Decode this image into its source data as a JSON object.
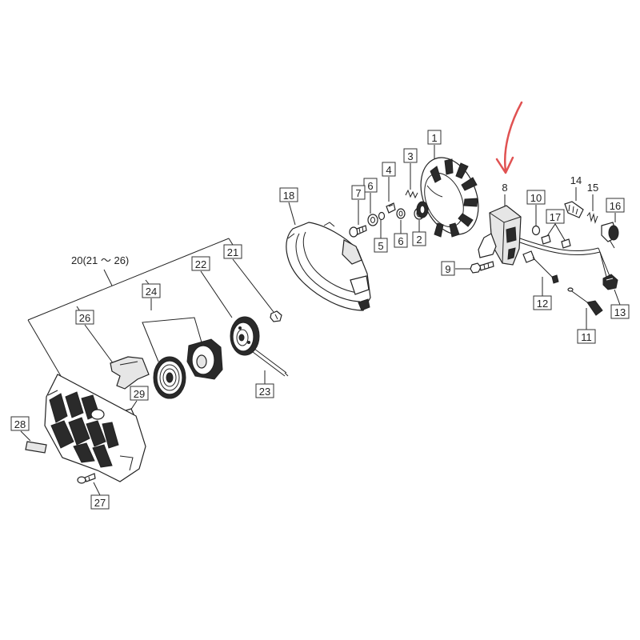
{
  "diagram": {
    "callouts": [
      "1",
      "2",
      "3",
      "4",
      "5",
      "6",
      "6",
      "7",
      "8",
      "9",
      "10",
      "11",
      "12",
      "13",
      "14",
      "15",
      "16",
      "17",
      "18",
      "21",
      "22",
      "23",
      "24",
      "26",
      "27",
      "28",
      "29"
    ],
    "assembly_label": "20(21 ～ 26)"
  },
  "colors": {
    "line": "#222222",
    "arrow": "#e05252",
    "background": "#ffffff"
  }
}
